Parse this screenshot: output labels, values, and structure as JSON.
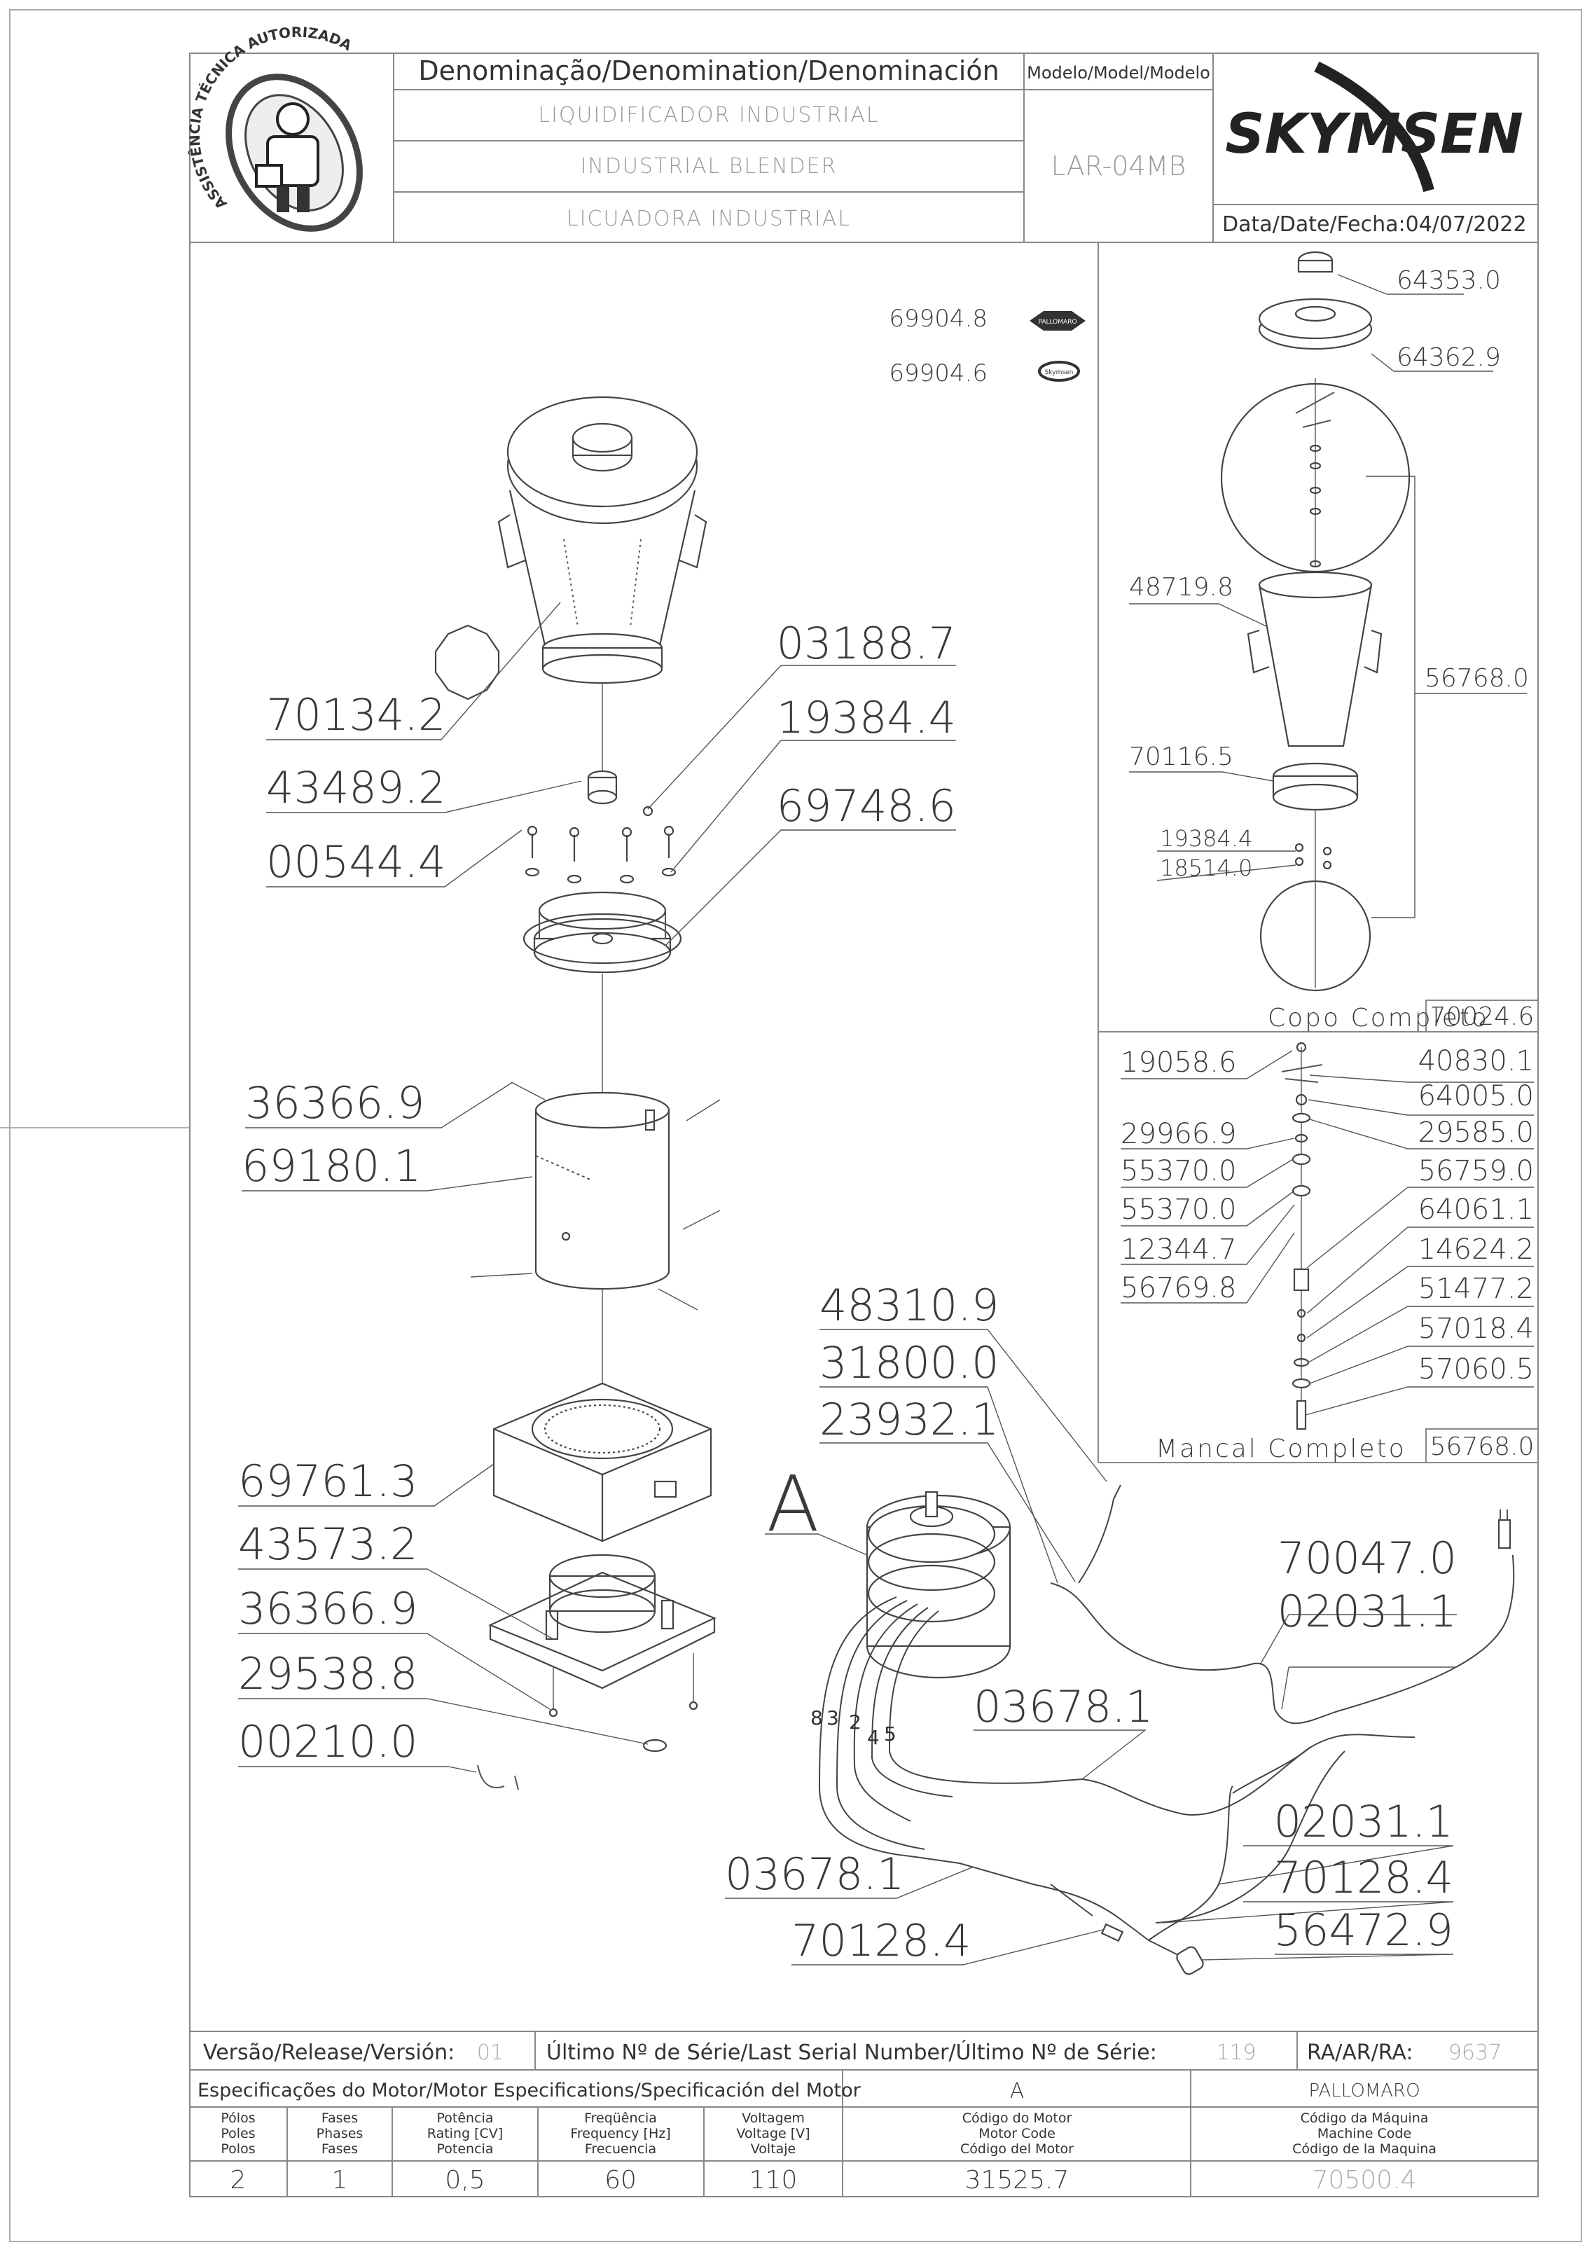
{
  "header": {
    "logo_text": "ASSISTÊNCIA TÉCNICA AUTORIZADA",
    "denomination_label": "Denominação/Denomination/Denominación",
    "names": [
      "LIQUIDIFICADOR INDUSTRIAL",
      "INDUSTRIAL BLENDER",
      "LICUADORA INDUSTRIAL"
    ],
    "model_label": "Modelo/Model/Modelo",
    "model": "LAR-04MB",
    "brand": "SKYMSEN",
    "date_label": "Data/Date/Fecha:",
    "date": "04/07/2022"
  },
  "variants": [
    {
      "code": "69904.8",
      "badge": "PALLOMARO"
    },
    {
      "code": "69904.6",
      "badge": "Skymsen"
    }
  ],
  "main_labels": {
    "l70134_2": "70134.2",
    "l43489_2": "43489.2",
    "l00544_4": "00544.4",
    "l03188_7": "03188.7",
    "l19384_4": "19384.4",
    "l69748_6": "69748.6",
    "l36366_9a": "36366.9",
    "l69180_1": "69180.1",
    "l69761_3": "69761.3",
    "l43573_2": "43573.2",
    "l36366_9b": "36366.9",
    "l29538_8": "29538.8",
    "l00210_0": "00210.0",
    "l48310_9": "48310.9",
    "l31800_0": "31800.0",
    "l23932_1": "23932.1",
    "l70047_0": "70047.0",
    "l02031_1a": "02031.1",
    "l03678_1a": "03678.1",
    "l02031_1b": "02031.1",
    "l70128_4a": "70128.4",
    "l03678_1b": "03678.1",
    "l56472_9": "56472.9",
    "l70128_4b": "70128.4",
    "view_a": "A",
    "wire_numbers": [
      "8",
      "3",
      "2",
      "4",
      "5"
    ]
  },
  "copo": {
    "labels": {
      "c64353_0": "64353.0",
      "c64362_9": "64362.9",
      "c48719_8": "48719.8",
      "c56768_0": "56768.0",
      "c70116_5": "70116.5",
      "c19384_4": "19384.4",
      "c18514_0": "18514.0"
    },
    "title": "Copo Completo",
    "code": "70024.6"
  },
  "mancal": {
    "labels": {
      "m19058_6": "19058.6",
      "m40830_1": "40830.1",
      "m64005_0": "64005.0",
      "m29966_9": "29966.9",
      "m29585_0": "29585.0",
      "m55370_0a": "55370.0",
      "m56759_0": "56759.0",
      "m55370_0b": "55370.0",
      "m64061_1": "64061.1",
      "m12344_7": "12344.7",
      "m14624_2": "14624.2",
      "m56769_8": "56769.8",
      "m51477_2": "51477.2",
      "m57018_4": "57018.4",
      "m57060_5": "57060.5"
    },
    "title": "Mancal Completo",
    "code": "56768.0"
  },
  "footer": {
    "version_label": "Versão/Release/Versión:",
    "version": "01",
    "serial_label": "Último Nº de Série/Last Serial Number/Último Nº de Série:",
    "serial": "119",
    "ra_label": "RA/AR/RA:",
    "ra": "9637",
    "motor_spec_label": "Especificações do Motor/Motor Especifications/Specificación del Motor",
    "motor_variant": "A",
    "machine_variant": "PALLOMARO",
    "col_poles": [
      "Pólos",
      "Poles",
      "Polos"
    ],
    "col_phases": [
      "Fases",
      "Phases",
      "Fases"
    ],
    "col_power": [
      "Potência",
      "Rating [CV]",
      "Potencia"
    ],
    "col_freq": [
      "Freqüência",
      "Frequency [Hz]",
      "Frecuencia"
    ],
    "col_voltage": [
      "Voltagem",
      "Voltage [V]",
      "Voltaje"
    ],
    "col_motor_code": [
      "Código do Motor",
      "Motor Code",
      "Código del Motor"
    ],
    "col_machine_code": [
      "Código da Máquina",
      "Machine Code",
      "Código de la Maquina"
    ],
    "poles": "2",
    "phases": "1",
    "power": "0,5",
    "frequency": "60",
    "voltage": "110",
    "motor_code": "31525.7",
    "machine_code": "70500.4"
  }
}
